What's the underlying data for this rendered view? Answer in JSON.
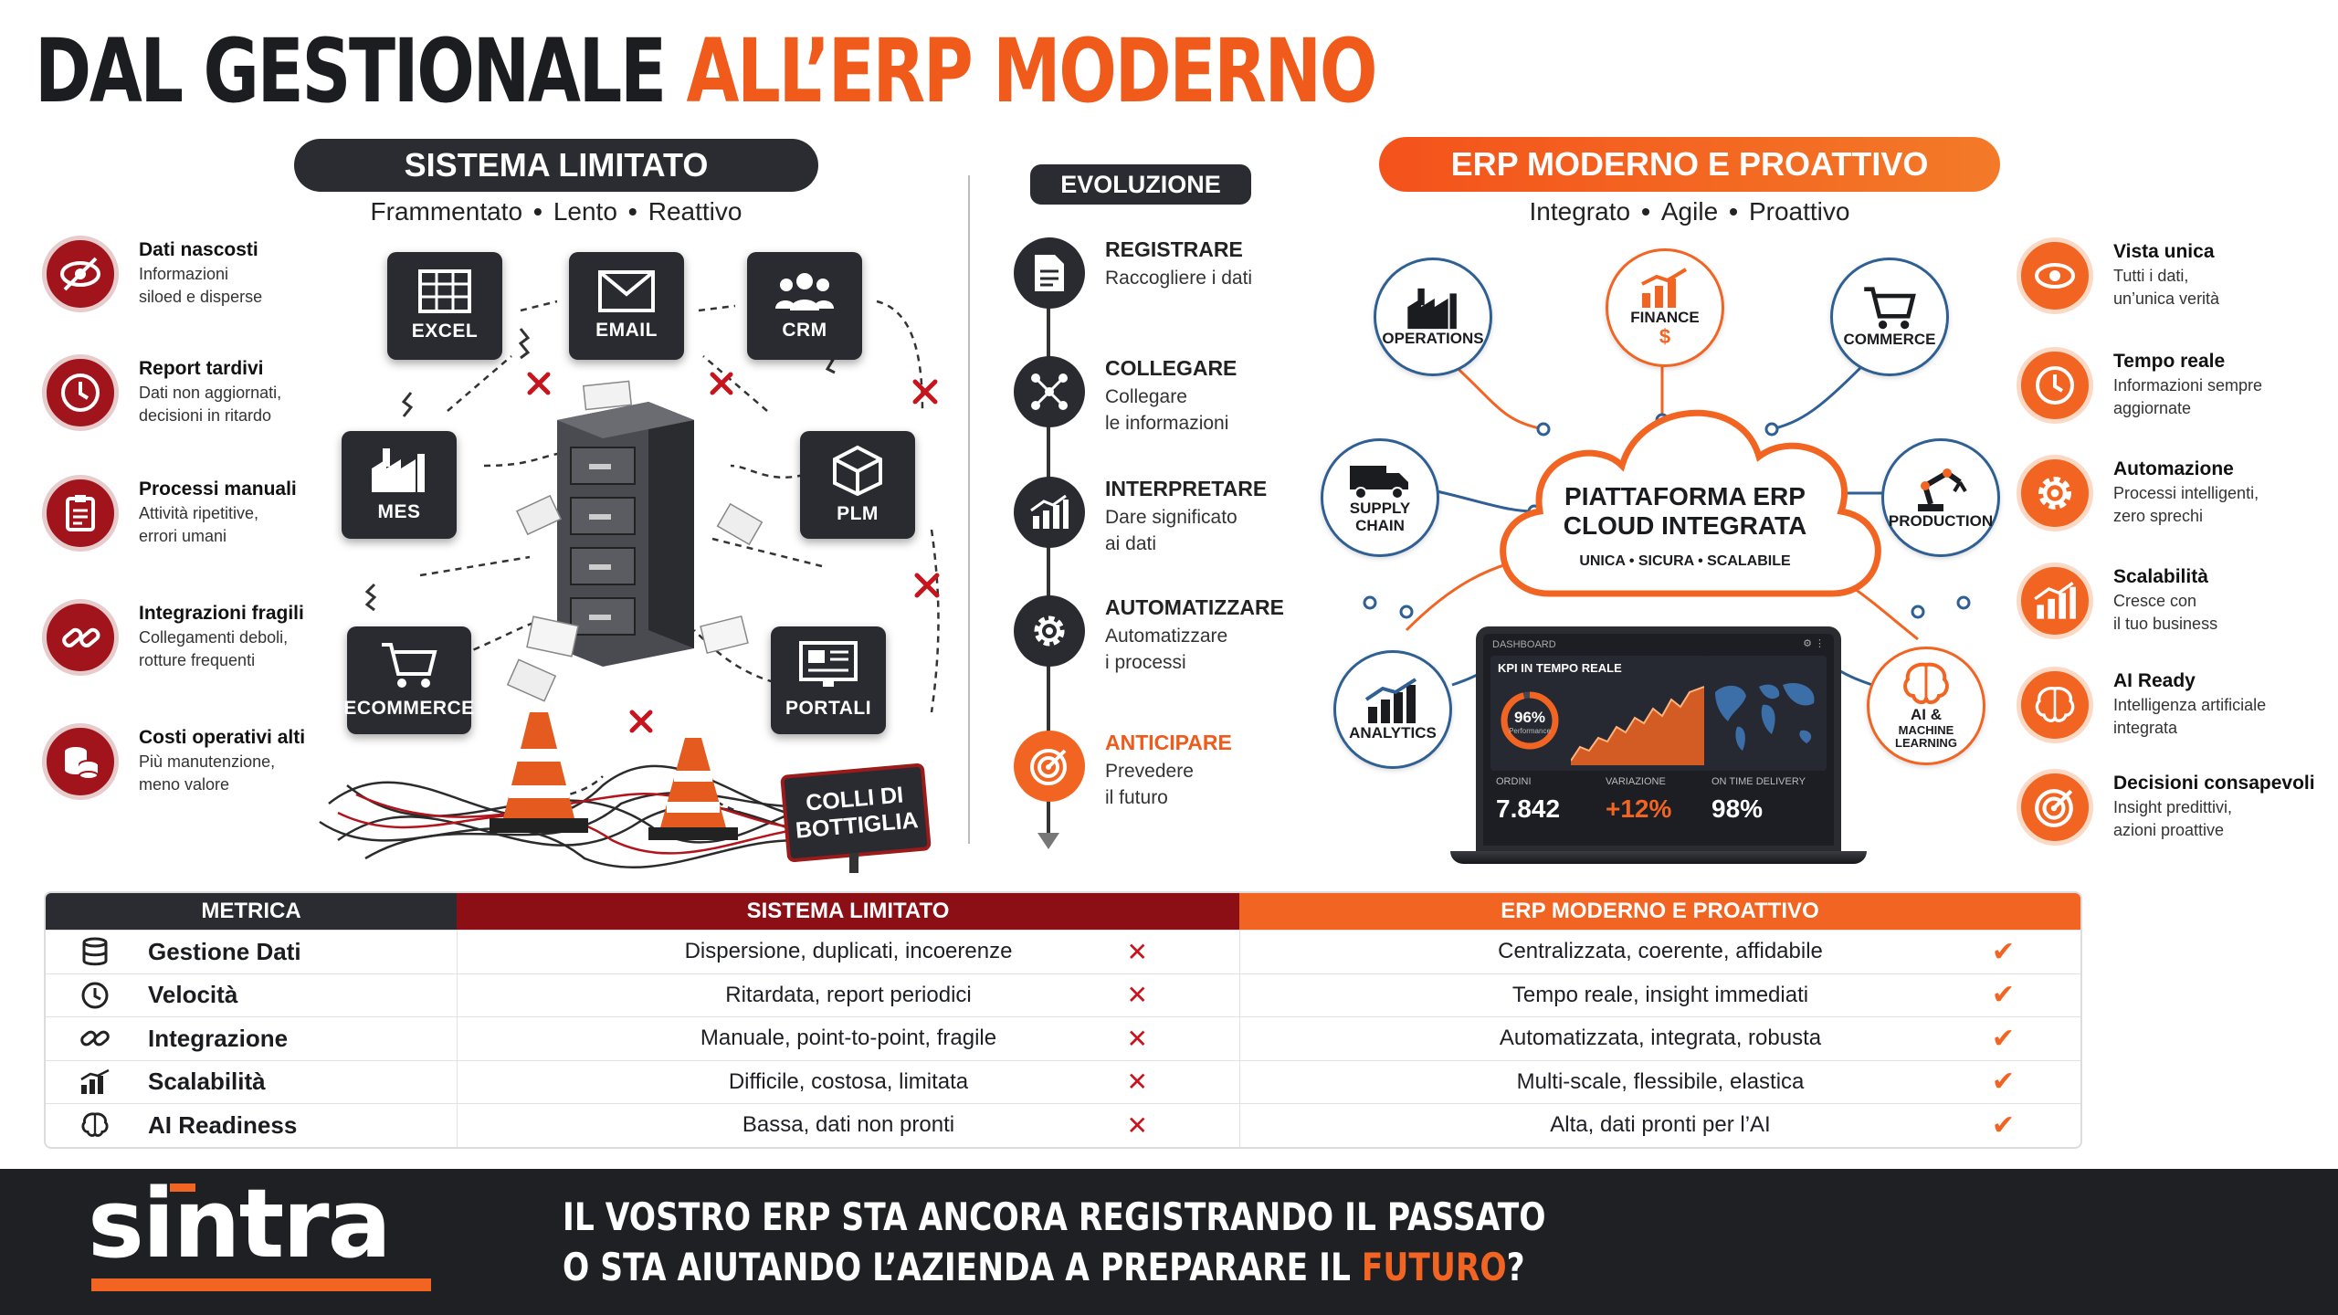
{
  "title": {
    "part1": "DAL GESTIONALE ",
    "part2": "ALL’ERP MODERNO"
  },
  "left": {
    "header": "SISTEMA LIMITATO",
    "tags": [
      "Frammentato",
      "Lento",
      "Reattivo"
    ],
    "features": [
      {
        "title": "Dati nascosti",
        "desc": "Informazioni\nsiloed e disperse",
        "icon": "eye-slash-icon"
      },
      {
        "title": "Report tardivi",
        "desc": "Dati non aggiornati,\ndecisioni in ritardo",
        "icon": "clock-icon"
      },
      {
        "title": "Processi manuali",
        "desc": "Attività ripetitive,\nerrori umani",
        "icon": "clipboard-icon"
      },
      {
        "title": "Integrazioni fragili",
        "desc": "Collegamenti deboli,\nrotture frequenti",
        "icon": "broken-link-icon"
      },
      {
        "title": "Costi operativi alti",
        "desc": "Più manutenzione,\nmeno valore",
        "icon": "coins-icon"
      }
    ],
    "modules": [
      "EXCEL",
      "EMAIL",
      "CRM",
      "MES",
      "PLM",
      "ECOMMERCE",
      "PORTALI"
    ],
    "bottleneck": [
      "COLLI DI",
      "BOTTIGLIA"
    ]
  },
  "evolution": {
    "header": "EVOLUZIONE",
    "steps": [
      {
        "title": "REGISTRARE",
        "desc": "Raccogliere i dati"
      },
      {
        "title": "COLLEGARE",
        "desc": "Collegare\nle informazioni"
      },
      {
        "title": "INTERPRETARE",
        "desc": "Dare significato\nai dati"
      },
      {
        "title": "AUTOMATIZZARE",
        "desc": "Automatizzare\ni processi"
      },
      {
        "title": "ANTICIPARE",
        "desc": "Prevedere\nil futuro"
      }
    ]
  },
  "right": {
    "header": "ERP MODERNO E PROATTIVO",
    "tags": [
      "Integrato",
      "Agile",
      "Proattivo"
    ],
    "cloud": {
      "title1": "PIATTAFORMA ERP",
      "title2": "CLOUD INTEGRATA",
      "sub": "UNICA • SICURA • SCALABILE"
    },
    "nodes": [
      "OPERATIONS",
      "FINANCE",
      "COMMERCE",
      "SUPPLY CHAIN",
      "PRODUCTION",
      "ANALYTICS",
      "AI &",
      "MACHINE LEARNING"
    ],
    "dashboard": {
      "label": "DASHBOARD",
      "kpi": "KPI IN TEMPO REALE",
      "gauge_value": "96%",
      "gauge_label": "Performance",
      "ordini_label": "ORDINI",
      "ordini_value": "7.842",
      "var_label": "VARIAZIONE",
      "var_value": "+12%",
      "otd_label": "ON TIME DELIVERY",
      "otd_value": "98%"
    },
    "features": [
      {
        "title": "Vista unica",
        "desc": "Tutti i dati,\nun’unica verità"
      },
      {
        "title": "Tempo reale",
        "desc": "Informazioni sempre\naggiornate"
      },
      {
        "title": "Automazione",
        "desc": "Processi intelligenti,\nzero sprechi"
      },
      {
        "title": "Scalabilità",
        "desc": "Cresce con\nil tuo business"
      },
      {
        "title": "AI Ready",
        "desc": "Intelligenza artificiale\nintegrata"
      },
      {
        "title": "Decisioni consapevoli",
        "desc": "Insight predittivi,\nazioni proattive"
      }
    ]
  },
  "table": {
    "headers": [
      "METRICA",
      "SISTEMA LIMITATO",
      "ERP MODERNO E PROATTIVO"
    ],
    "rows": [
      {
        "metric": "Gestione Dati",
        "old": "Dispersione, duplicati, incoerenze",
        "new": "Centralizzata, coerente, affidabile"
      },
      {
        "metric": "Velocità",
        "old": "Ritardata, report periodici",
        "new": "Tempo reale, insight immediati"
      },
      {
        "metric": "Integrazione",
        "old": "Manuale, point-to-point, fragile",
        "new": "Automatizzata, integrata, robusta"
      },
      {
        "metric": "Scalabilità",
        "old": "Difficile, costosa, limitata",
        "new": "Multi-scale, flessibile, elastica"
      },
      {
        "metric": "AI Readiness",
        "old": "Bassa, dati non pronti",
        "new": "Alta, dati pronti per l’AI"
      }
    ],
    "cross": "✕",
    "check": "✔"
  },
  "footer": {
    "logo": "sintra",
    "line1": "IL VOSTRO ERP STA ANCORA REGISTRANDO IL PASSATO",
    "line2_a": "O STA AIUTANDO L’AZIENDA A PREPARARE IL ",
    "line2_b": "FUTURO",
    "line2_c": "?"
  },
  "colors": {
    "orange": "#f26422",
    "dark": "#2b2c31",
    "red": "#a1141b",
    "blue": "#2f5f93"
  }
}
